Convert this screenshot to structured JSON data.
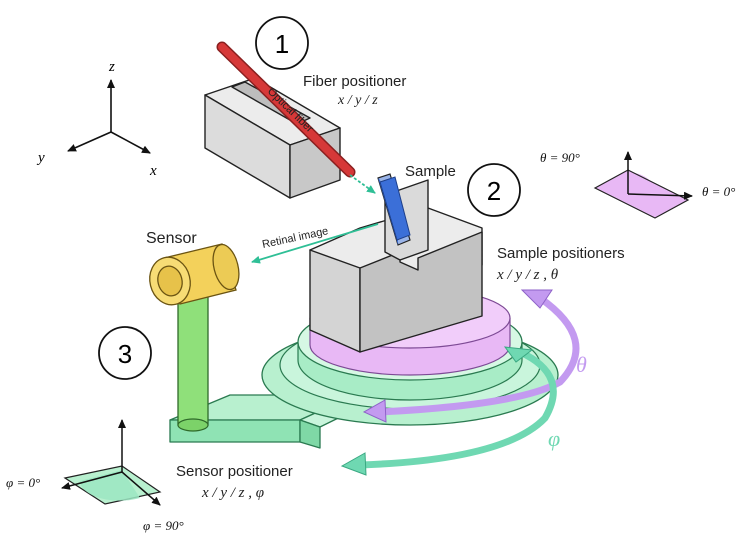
{
  "axes": {
    "z": "z",
    "y": "y",
    "x": "x"
  },
  "badges": {
    "one": "1",
    "two": "2",
    "three": "3"
  },
  "fiber": {
    "positioner_title": "Fiber positioner",
    "positioner_axes": "x / y / z",
    "optical_fiber_label": "Optical fiber"
  },
  "sample": {
    "label": "Sample",
    "positioners_title": "Sample positioners",
    "positioners_axes": "x / y / z , θ"
  },
  "retinal_image_label": "Retinal image",
  "sensor": {
    "label": "Sensor",
    "positioner_title": "Sensor positioner",
    "positioner_axes": "x / y / z , φ"
  },
  "rotation": {
    "theta": "θ",
    "phi": "φ"
  },
  "theta_gauge": {
    "top": "θ = 90°",
    "right": "θ = 0°"
  },
  "phi_gauge": {
    "left": "φ = 0°",
    "bottom": "φ = 90°"
  },
  "colors": {
    "theta": "#c39af0",
    "phi": "#6fd8b2",
    "retinal": "#2fbf96",
    "fiber_red": "#d63838",
    "sample_blue": "#3b6fd8",
    "sensor_yellow": "#f3d15b",
    "sensor_post": "#8fe07a",
    "gray_block": "#dedede",
    "disk_purple": "#e8b8f5"
  }
}
